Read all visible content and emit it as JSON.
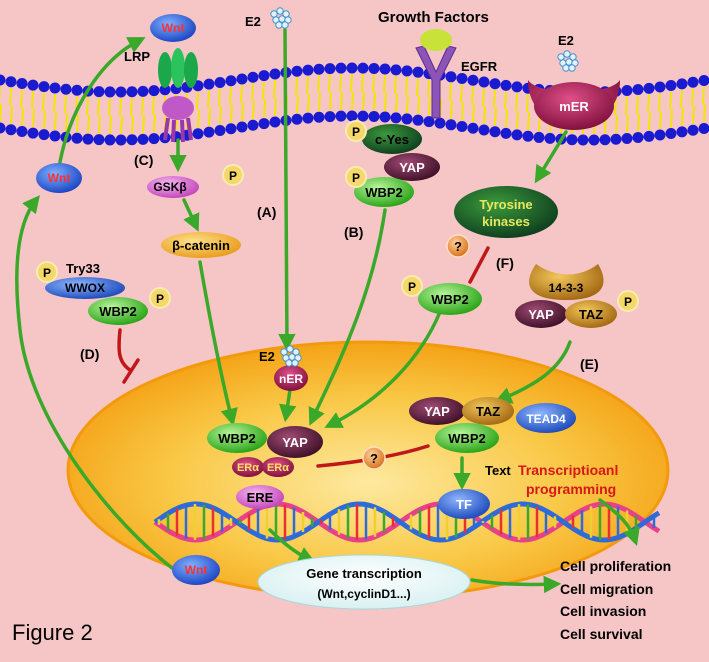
{
  "figure_caption": "Figure 2",
  "labels": {
    "e2_top": "E2",
    "growth_factors": "Growth Factors",
    "egfr": "EGFR",
    "e2_right": "E2",
    "lrp": "LRP",
    "wnt_top": "Wnt",
    "wnt_left": "Wnt",
    "wnt_bottom": "Wnt",
    "mer": "mER",
    "c_yes": "c-Yes",
    "yap_b": "YAP",
    "wbp2_b": "WBP2",
    "p": "P",
    "tyrosine_kinases_1": "Tyrosine",
    "tyrosine_kinases_2": "kinases",
    "question": "?",
    "wbp2_f": "WBP2",
    "gsk": "GSKβ",
    "beta_catenin": "β-catenin",
    "try33": "Try33",
    "wwox": "WWOX",
    "wbp2_d": "WBP2",
    "p1433": "14-3-3",
    "yap_e": "YAP",
    "taz_e": "TAZ",
    "e2_nuc": "E2",
    "ner": "nER",
    "wbp2_n": "WBP2",
    "yap_n": "YAP",
    "era1": "ERα",
    "era2": "ERα",
    "ere": "ERE",
    "yap_r": "YAP",
    "taz_r": "TAZ",
    "tead4": "TEAD4",
    "wbp2_r": "WBP2",
    "text_tag": "Text",
    "transcription_1": "Transcriptioanl",
    "transcription_2": "programming",
    "tf": "TF",
    "gene_1": "Gene transcription",
    "gene_2": "(Wnt,cyclinD1...)"
  },
  "pathway_labels": {
    "A": "(A)",
    "B": "(B)",
    "C": "(C)",
    "D": "(D)",
    "E": "(E)",
    "F": "(F)"
  },
  "outcomes": [
    "Cell proliferation",
    "Cell migration",
    "Cell invasion",
    "Cell survival"
  ],
  "colors": {
    "background": "#f6c6c6",
    "membrane_head": "#1a1ad0",
    "membrane_tail": "#f2e600",
    "nucleus_fill": "#f7b731",
    "nucleus_edge": "#f39a0c",
    "arrow": "#3aa829",
    "inhibit": "#c0181a",
    "wbp2": "#4ccc2a",
    "yap": "#5a1838",
    "taz": "#c89020",
    "phospho": "#f5d76a"
  },
  "icons": [
    "estrogen-molecule-icon",
    "growth-factor-icon",
    "egfr-receptor-icon",
    "lrp-receptor-icon",
    "dna-helix-icon",
    "question-mark-icon"
  ]
}
